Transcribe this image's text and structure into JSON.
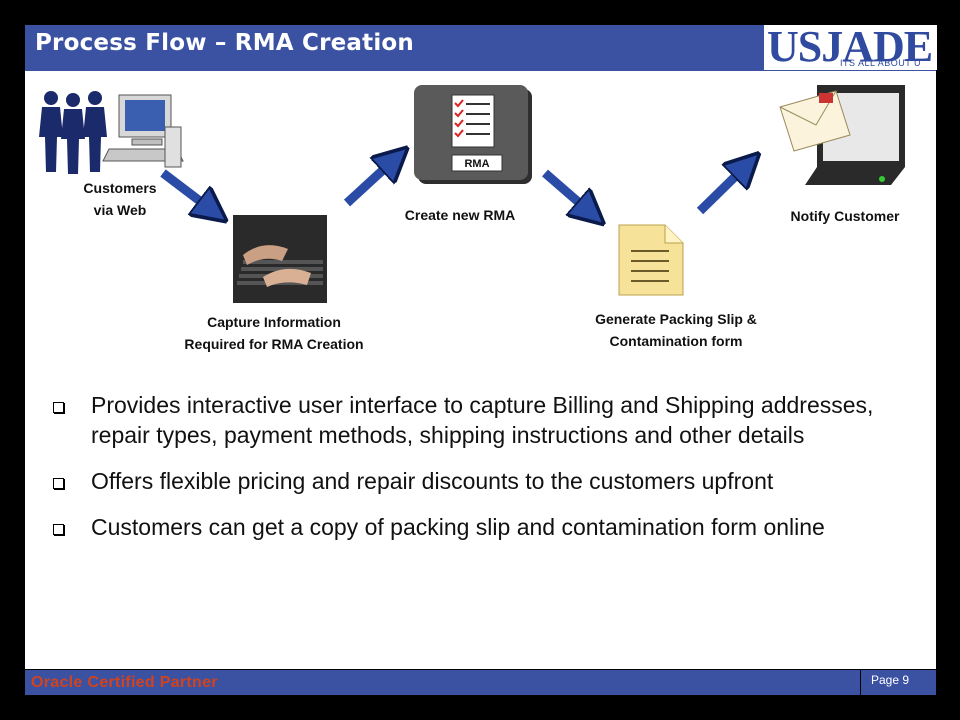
{
  "header": {
    "title": "Process Flow – RMA Creation"
  },
  "logo": {
    "name": "USJADE",
    "tagline": "ITS ALL ABOUT U"
  },
  "flow": {
    "customers": "Customers\nvia Web",
    "capture": "Capture Information\nRequired for RMA Creation",
    "create": "Create new RMA",
    "rma_badge": "RMA",
    "packing": "Generate Packing Slip &\nContamination form",
    "notify": "Notify Customer"
  },
  "bullets": [
    "Provides interactive user interface to capture Billing and Shipping addresses, repair types, payment methods, shipping instructions and other details",
    "Offers flexible pricing and repair discounts to the customers upfront",
    "Customers can get a copy of packing slip and contamination form online"
  ],
  "footer": {
    "partner": "Oracle Certified Partner",
    "page": "Page 9"
  },
  "colors": {
    "accent": "#3b52a3",
    "partner": "#d0431f",
    "arrow": "#2a4ba6"
  },
  "icons": [
    "people-computer-icon",
    "keyboard-hands-icon",
    "rma-checklist-icon",
    "document-icon",
    "monitor-mail-icon",
    "arrow-icon"
  ]
}
